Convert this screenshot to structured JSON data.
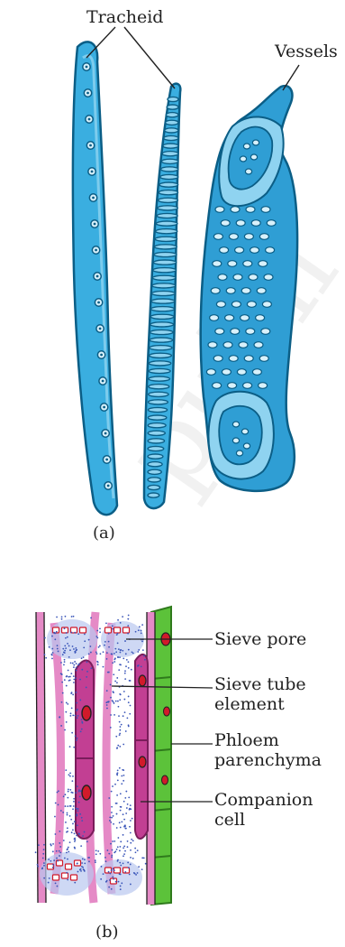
{
  "panel_a": {
    "labels": {
      "tracheid": "Tracheid",
      "vessels": "Vessels"
    },
    "caption": "(a)"
  },
  "panel_b": {
    "labels": {
      "sieve_pore": "Sieve pore",
      "sieve_tube_element": "Sieve tube\nelement",
      "phloem_parenchyma": "Phloem\nparenchyma",
      "companion_cell": "Companion\ncell"
    },
    "caption": "(b)"
  },
  "watermark": "publisher",
  "colors": {
    "xylem_fill": "#3aaee0",
    "xylem_light": "#8fd3f0",
    "xylem_outline": "#0b5e86",
    "sieve_pink": "#e58ac6",
    "companion_magenta": "#c23f93",
    "parenchyma_green": "#5cc23a",
    "nucleus_red": "#d11a2a",
    "pore_blue": "#6f8fd6"
  }
}
